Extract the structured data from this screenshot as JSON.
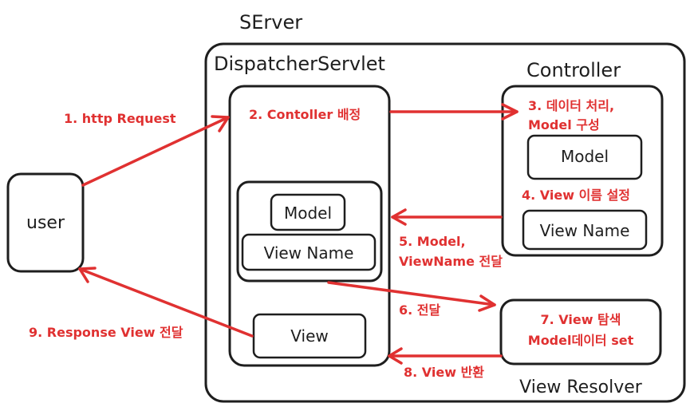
{
  "server": {
    "title": "SErver"
  },
  "dispatcher": {
    "title": "DispatcherServlet",
    "model_label": "Model",
    "viewname_label": "View Name",
    "view_label": "View"
  },
  "controller": {
    "title": "Controller",
    "model_label": "Model",
    "viewname_label": "View Name"
  },
  "user": {
    "label": "user"
  },
  "view_resolver": {
    "title": "View Resolver"
  },
  "steps": {
    "s1": "1. http Request",
    "s2": "2. Contoller 배정",
    "s3_line1": "3. 데이터 처리,",
    "s3_line2": "Model 구성",
    "s4": "4. View 이름 설정",
    "s5_line1": "5. Model,",
    "s5_line2": "ViewName 전달",
    "s6": "6. 전달",
    "s7_line1": "7. View 탐색",
    "s7_line2": "Model데이터 set",
    "s8": "8. View 반환",
    "s9": "9. Response View 전달"
  },
  "colors": {
    "arrow": "#e03131",
    "stroke": "#1e1e1e"
  }
}
